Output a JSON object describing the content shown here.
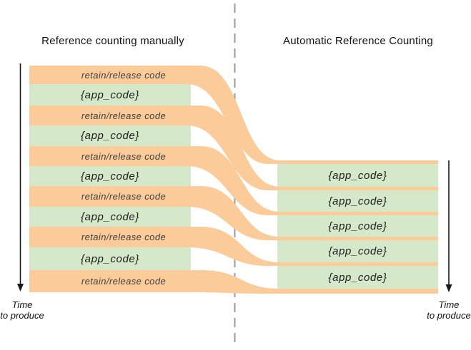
{
  "left_column": {
    "title": "Reference counting manually",
    "rows": [
      {
        "kind": "retain",
        "label": "retain/release code"
      },
      {
        "kind": "app",
        "label": "{app_code}"
      },
      {
        "kind": "retain",
        "label": "retain/release code"
      },
      {
        "kind": "app",
        "label": "{app_code}"
      },
      {
        "kind": "retain",
        "label": "retain/release code"
      },
      {
        "kind": "app",
        "label": "{app_code}"
      },
      {
        "kind": "retain",
        "label": "retain/release code"
      },
      {
        "kind": "app",
        "label": "{app_code}"
      },
      {
        "kind": "retain",
        "label": "retain/release code"
      },
      {
        "kind": "app",
        "label": "{app_code}"
      },
      {
        "kind": "retain",
        "label": "retain/release code"
      }
    ]
  },
  "right_column": {
    "title": "Automatic Reference Counting",
    "rows": [
      {
        "kind": "app",
        "label": "{app_code}"
      },
      {
        "kind": "app",
        "label": "{app_code}"
      },
      {
        "kind": "app",
        "label": "{app_code}"
      },
      {
        "kind": "app",
        "label": "{app_code}"
      },
      {
        "kind": "app",
        "label": "{app_code}"
      }
    ]
  },
  "time_axis_left": {
    "line1": "Time",
    "line2": "to produce"
  },
  "time_axis_right": {
    "line1": "Time",
    "line2": "to produce"
  },
  "colors": {
    "orange_band": "#FBCB99",
    "green_bar": "#D5E8CA",
    "dashed_line": "#999999",
    "arrow": "#1a1a1a"
  }
}
